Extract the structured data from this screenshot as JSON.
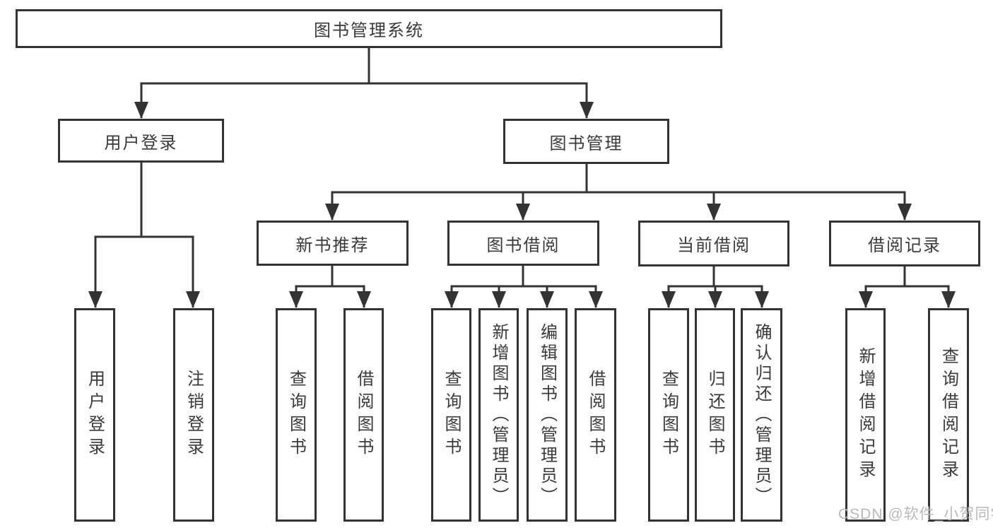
{
  "diagram": {
    "tree": {
      "label": "图书管理系统",
      "children": [
        {
          "label": "用户登录",
          "children": [
            {
              "label": "用户登录"
            },
            {
              "label": "注销登录"
            }
          ]
        },
        {
          "label": "图书管理",
          "children": [
            {
              "label": "新书推荐",
              "children": [
                {
                  "label": "查询图书"
                },
                {
                  "label": "借阅图书"
                }
              ]
            },
            {
              "label": "图书借阅",
              "children": [
                {
                  "label": "查询图书"
                },
                {
                  "label": "新增图书（管理员）"
                },
                {
                  "label": "编辑图书（管理员）"
                },
                {
                  "label": "借阅图书"
                }
              ]
            },
            {
              "label": "当前借阅",
              "children": [
                {
                  "label": "查询图书"
                },
                {
                  "label": "归还图书"
                },
                {
                  "label": "确认归还（管理员）"
                }
              ]
            },
            {
              "label": "借阅记录",
              "children": [
                {
                  "label": "新增借阅记录"
                },
                {
                  "label": "查询借阅记录"
                }
              ]
            }
          ]
        }
      ]
    },
    "watermark": "CSDN @软件_小贺同学",
    "colors": {
      "line": "#333333",
      "text": "#3a3a3a",
      "background": "#ffffff",
      "watermark": "#b9b9b9"
    }
  }
}
